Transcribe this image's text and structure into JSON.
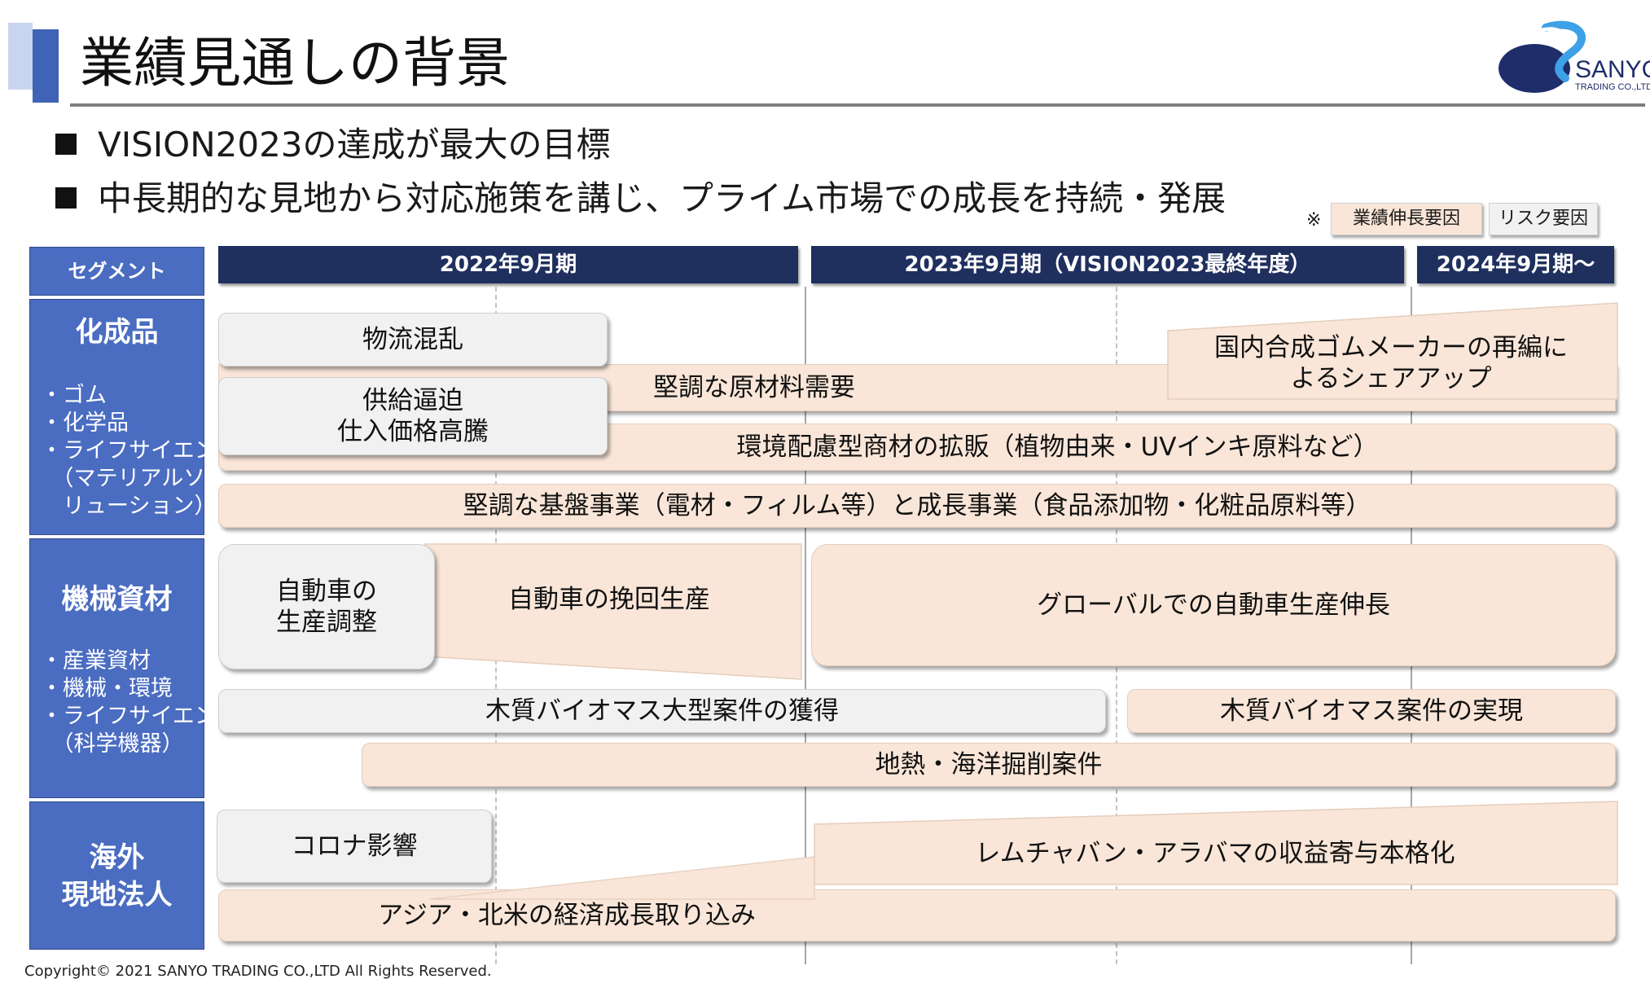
{
  "page": {
    "title": "業績見通しの背景",
    "copyright": "Copyright© 2021 SANYO TRADING CO.,LTD All Rights Reserved."
  },
  "logo": {
    "name": "SANYO",
    "sub": "TRADING CO.,LTD.",
    "color": "#1f2d6b"
  },
  "bullets": [
    "VISION2023の達成が最大の目標",
    "中長期的な見地から対応施策を講じ、プライム市場での成長を持続・発展"
  ],
  "legend": {
    "mark": "※",
    "growth_label": "業績伸長要因",
    "risk_label": "リスク要因",
    "growth_color": "#f9e6d8",
    "risk_color": "#f1f1f1"
  },
  "table": {
    "segment_header": "セグメント",
    "periods": [
      "2022年9月期",
      "2023年9月期（VISION2023最終年度）",
      "2024年9月期～"
    ],
    "segments": [
      {
        "name": "化成品",
        "items": "・ゴム\n・化学品\n・ライフサイエンス\n　（マテリアルソ\n　リューション）"
      },
      {
        "name": "機械資材",
        "items": "・産業資材\n・機械・環境\n・ライフサイエンス\n　（科学機器）"
      },
      {
        "name": "海外\n現地法人",
        "items": ""
      }
    ]
  },
  "factors": {
    "chem": {
      "logistics": "物流混乱",
      "supply": "供給逼迫\n仕入価格高騰",
      "demand": "堅調な原材料需要",
      "share": "国内合成ゴムメーカーの再編に\nよるシェアアップ",
      "eco": "環境配慮型商材の拡販（植物由来・UVインキ原料など）",
      "base": "堅調な基盤事業（電材・フィルム等）と成長事業（食品添加物・化粧品原料等）"
    },
    "mach": {
      "adjust": "自動車の\n生産調整",
      "recovery": "自動車の挽回生産",
      "global": "グローバルでの自動車生産伸長",
      "biomass_large": "木質バイオマス大型案件の獲得",
      "biomass_real": "木質バイオマス案件の実現",
      "geo": "地熱・海洋掘削案件"
    },
    "overseas": {
      "corona": "コロナ影響",
      "lem": "レムチャバン・アラバマの収益寄与本格化",
      "asia": "アジア・北米の経済成長取り込み"
    }
  },
  "colors": {
    "segment": "#4a6cc1",
    "period": "#1f2f5e",
    "accent": "#3f63b5"
  }
}
